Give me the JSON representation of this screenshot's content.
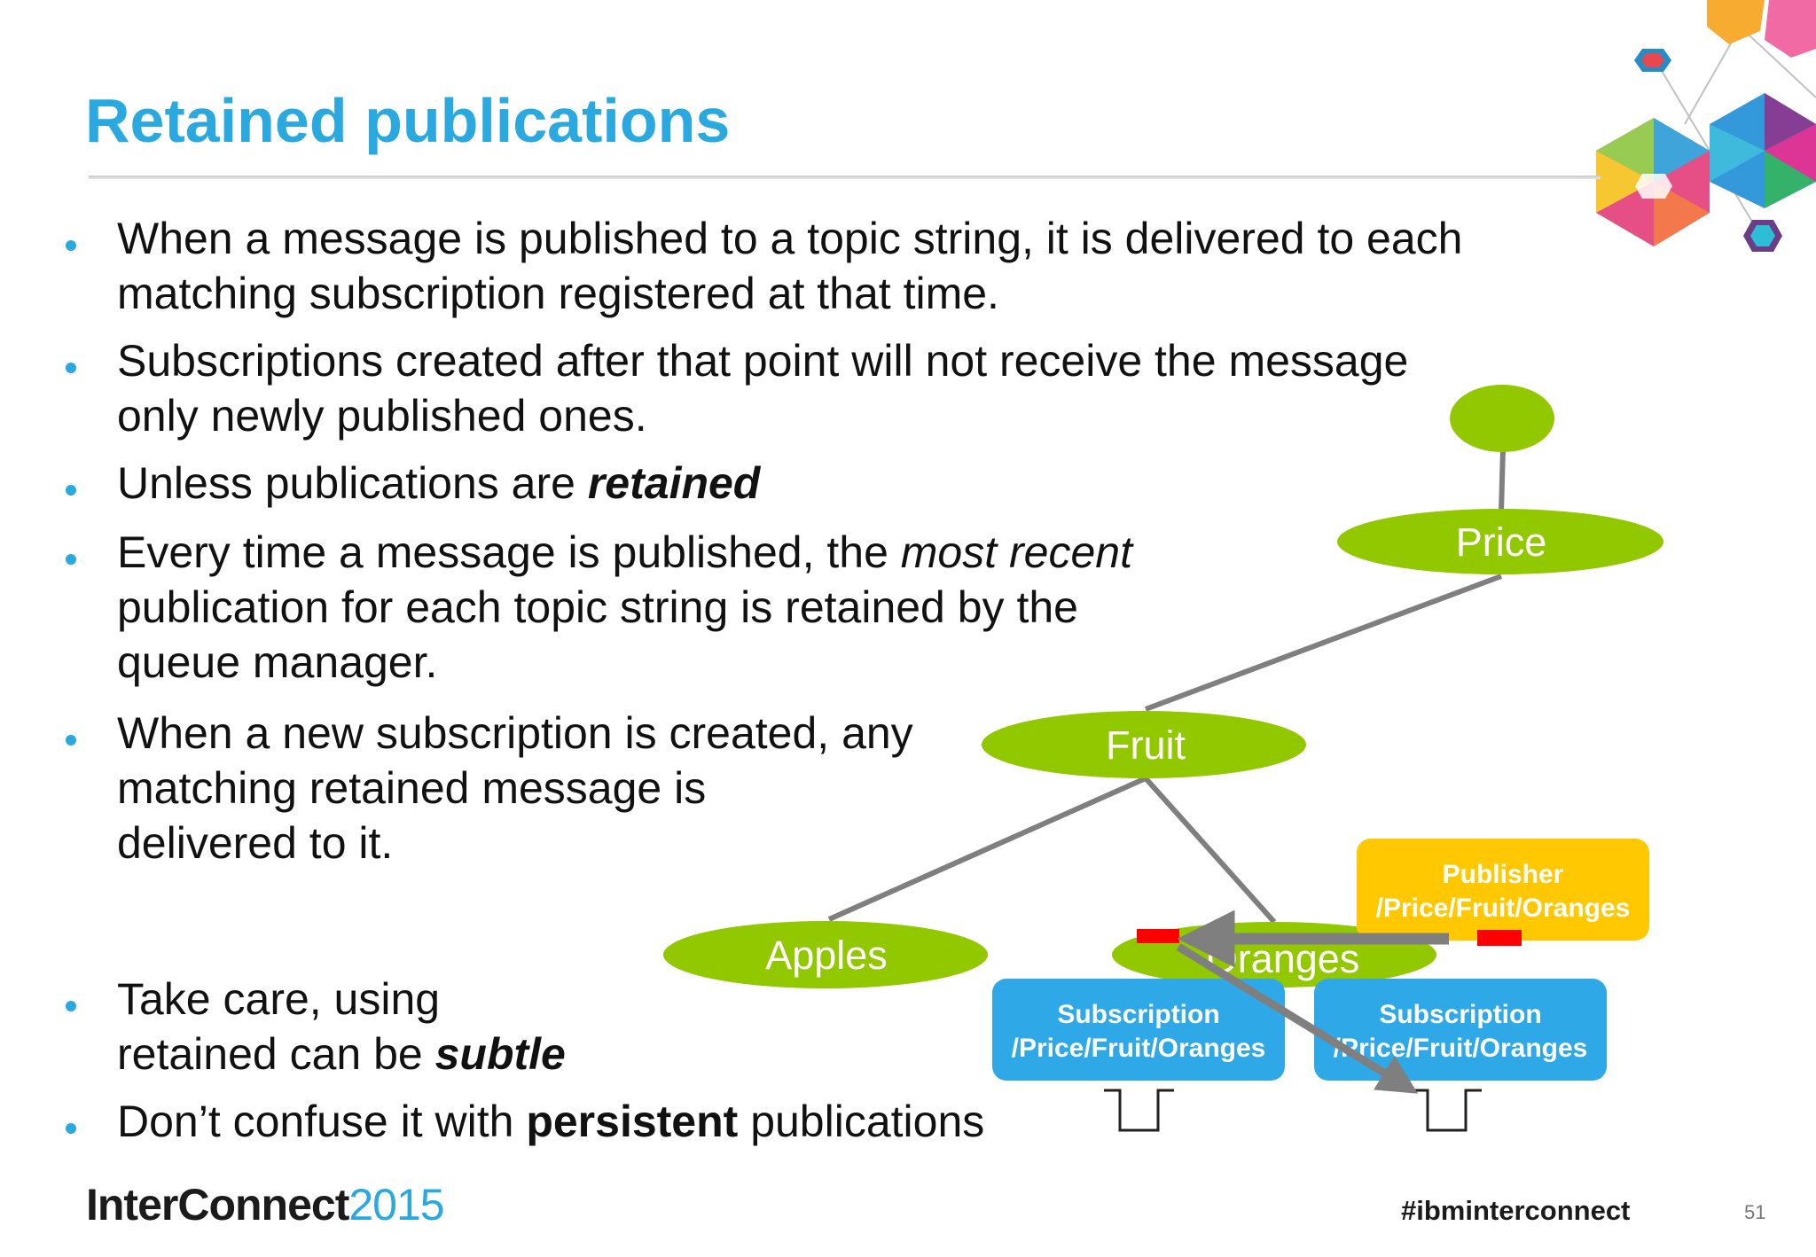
{
  "slide": {
    "title": "Retained publications",
    "bullets": [
      {
        "lines": [
          [
            {
              "t": "When a message is published to a topic string, it is delivered to each"
            }
          ],
          [
            {
              "t": "matching subscription registered at that time."
            }
          ]
        ]
      },
      {
        "lines": [
          [
            {
              "t": "Subscriptions created after that point will not receive the message"
            }
          ],
          [
            {
              "t": "only newly published ones."
            }
          ]
        ]
      },
      {
        "lines": [
          [
            {
              "t": "Unless publications are "
            },
            {
              "t": "retained",
              "s": "bold-italic"
            }
          ]
        ]
      },
      {
        "lines": [
          [
            {
              "t": "Every time a message is published, the "
            },
            {
              "t": "most recent",
              "s": "italic"
            }
          ],
          [
            {
              "t": "publication for each topic string is retained by the"
            }
          ],
          [
            {
              "t": "queue manager."
            }
          ]
        ]
      },
      {
        "lines": [
          [
            {
              "t": "When a new subscription is created, any"
            }
          ],
          [
            {
              "t": "matching retained message is"
            }
          ],
          [
            {
              "t": "delivered to it."
            }
          ]
        ]
      },
      {
        "lines": [
          [
            {
              "t": "Take care, using"
            }
          ],
          [
            {
              "t": "retained can be "
            },
            {
              "t": "subtle",
              "s": "bold-italic"
            }
          ]
        ]
      },
      {
        "lines": [
          [
            {
              "t": "Don’t confuse it with "
            },
            {
              "t": "persistent",
              "s": "bold"
            },
            {
              "t": " publications"
            }
          ]
        ]
      }
    ]
  },
  "diagram": {
    "nodes": {
      "root": "",
      "price": "Price",
      "fruit": "Fruit",
      "apples": "Apples",
      "oranges": "Oranges"
    },
    "publisher": {
      "line1": "Publisher",
      "line2": "/Price/Fruit/Oranges"
    },
    "subscriptions": [
      {
        "line1": "Subscription",
        "line2": "/Price/Fruit/Oranges"
      },
      {
        "line1": "Subscription",
        "line2": "/Price/Fruit/Oranges"
      }
    ]
  },
  "colors": {
    "accent": "#29a9e0",
    "node": "#92c800",
    "publisher": "#ffc800",
    "subscription": "#2ea8e6",
    "retained_marker": "#ff0000",
    "connector": "#7f7f7f"
  },
  "footer": {
    "brand": "InterConnect",
    "year": "2015",
    "hashtag": "#ibminterconnect",
    "page_number": "51"
  }
}
